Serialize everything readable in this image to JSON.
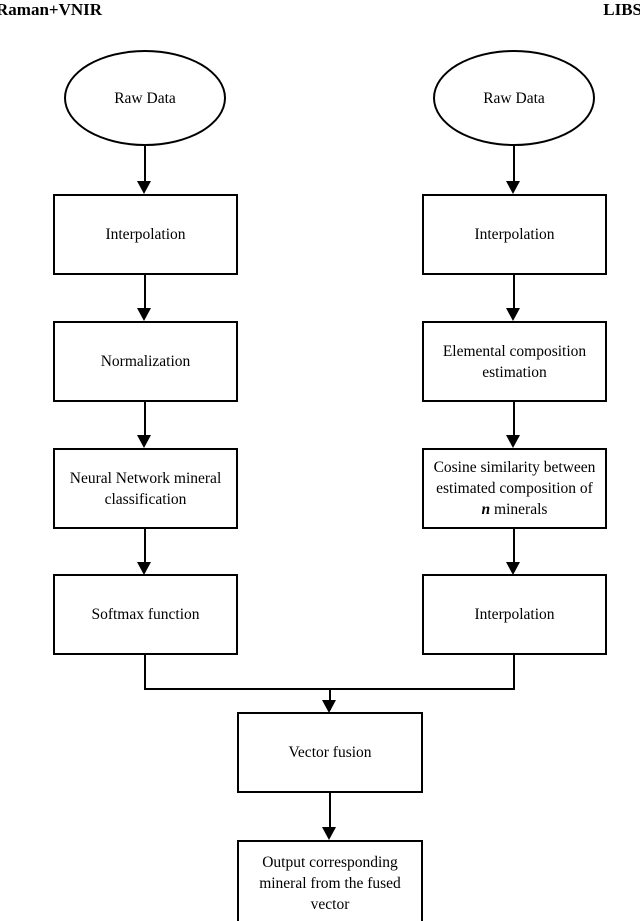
{
  "headers": {
    "left": "Raman+VNIR",
    "right": "LIBS"
  },
  "left_branch": {
    "raw_data": "Raw Data",
    "interpolation": "Interpolation",
    "normalization": "Normalization",
    "classification": "Neural Network mineral\nclassification",
    "softmax": "Softmax function"
  },
  "right_branch": {
    "raw_data": "Raw Data",
    "interpolation": "Interpolation",
    "elemental": "Elemental composition\nestimation",
    "cosine_line1": "Cosine similarity between",
    "cosine_line2": "estimated composition of",
    "cosine_symbol": "n",
    "cosine_line3": " minerals",
    "interpolation2": "Interpolation"
  },
  "merged": {
    "vector_fusion": "Vector fusion",
    "output": "Output corresponding\nmineral from the fused\nvector"
  },
  "style": {
    "stroke": "#000000",
    "fill": "#ffffff"
  }
}
